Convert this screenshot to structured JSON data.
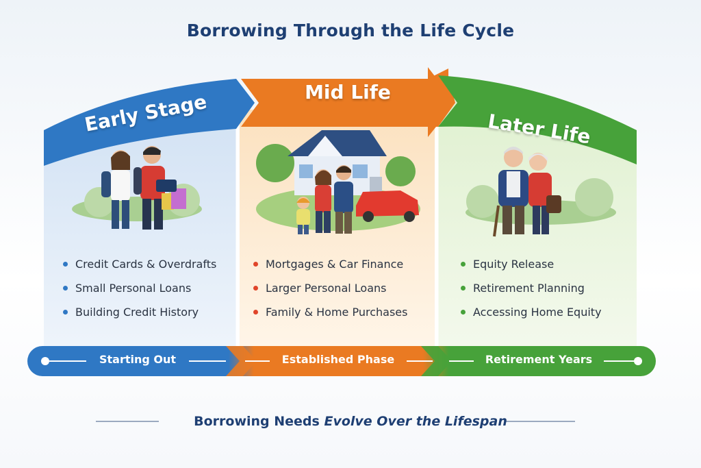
{
  "title": "Borrowing Through the Life Cycle",
  "stages": [
    {
      "name": "Early Stage",
      "color": "#2f78c4",
      "items": [
        "Credit Cards & Overdrafts",
        "Small Personal Loans",
        "Building Credit History"
      ],
      "phase": "Starting Out"
    },
    {
      "name": "Mid Life",
      "color": "#ea7a22",
      "items": [
        "Mortgages & Car Finance",
        "Larger Personal Loans",
        "Family & Home Purchases"
      ],
      "phase": "Established Phase"
    },
    {
      "name": "Later Life",
      "color": "#47a23a",
      "items": [
        "Equity Release",
        "Retirement Planning",
        "Accessing Home Equity"
      ],
      "phase": "Retirement Years"
    }
  ],
  "footer": {
    "lead": "Borrowing Needs",
    "emphasis": "Evolve Over the Lifespan"
  },
  "icons": [
    "young-couple-shopping-icon",
    "family-house-car-icon",
    "senior-couple-icon"
  ]
}
